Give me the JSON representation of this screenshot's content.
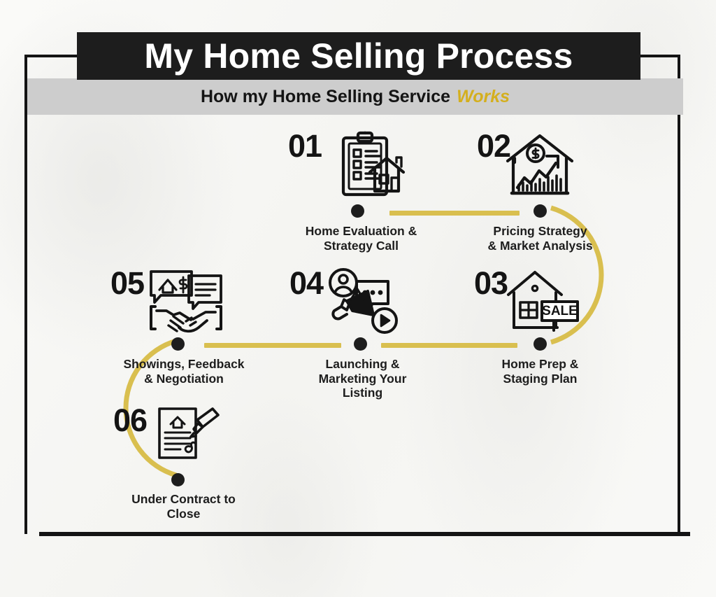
{
  "header": {
    "title": "My Home Selling Process",
    "subtitle_main": "How my Home Selling Service",
    "subtitle_accent": "Works"
  },
  "colors": {
    "accent_gold": "#d9bf4f",
    "accent_text_gold": "#d4af1e",
    "title_bar_bg": "#1d1d1d",
    "title_text": "#ffffff",
    "band_bg": "#cdcdcd",
    "page_bg": "#f7f7f5",
    "ink": "#141414"
  },
  "steps": [
    {
      "number": "01",
      "label": "Home Evaluation &\nStrategy Call",
      "icon": "clipboard-checklist-house-icon"
    },
    {
      "number": "02",
      "label": "Pricing Strategy\n& Market Analysis",
      "icon": "house-growth-chart-dollar-icon"
    },
    {
      "number": "03",
      "label": "Home Prep &\nStaging Plan",
      "icon": "house-for-sale-sign-icon"
    },
    {
      "number": "04",
      "label": "Launching &\nMarketing Your\nListing",
      "icon": "megaphone-marketing-media-icon"
    },
    {
      "number": "05",
      "label": "Showings, Feedback\n& Negotiation",
      "icon": "handshake-speech-bubble-icon"
    },
    {
      "number": "06",
      "label": "Under Contract to\nClose",
      "icon": "contract-signing-pen-icon"
    }
  ]
}
